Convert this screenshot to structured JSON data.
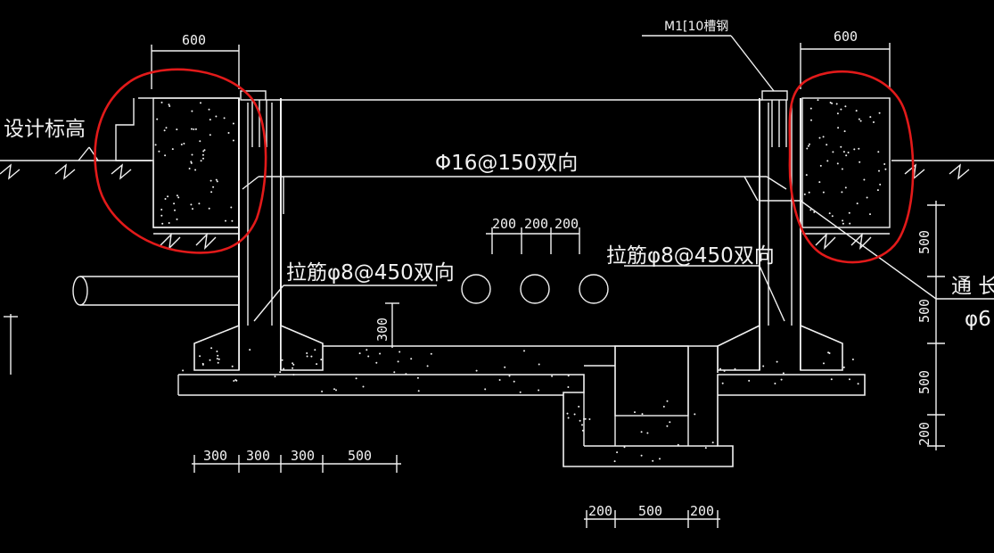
{
  "labels": {
    "design_elevation": "设计标高",
    "main_rebar": "Φ16@150双向",
    "tie_left": "拉筋φ8@450双向",
    "tie_right": "拉筋φ8@450双向",
    "embed": "M1[10槽钢",
    "right_cut1": "通 长",
    "right_cut2": "φ6"
  },
  "dims": {
    "top_left_600": "600",
    "top_right_600": "600",
    "pipe_200_a": "200",
    "pipe_200_b": "200",
    "pipe_200_c": "200",
    "height_300": "300",
    "bottom_300_a": "300",
    "bottom_300_b": "300",
    "bottom_300_c": "300",
    "bottom_500": "500",
    "sump_200_a": "200",
    "sump_500": "500",
    "sump_200_b": "200",
    "right_500_a": "500",
    "right_500_b": "500",
    "right_500_c": "500",
    "right_200": "200"
  },
  "colors": {
    "line": "#f2f2f2",
    "highlight": "#e21a1a",
    "background": "#000000"
  }
}
